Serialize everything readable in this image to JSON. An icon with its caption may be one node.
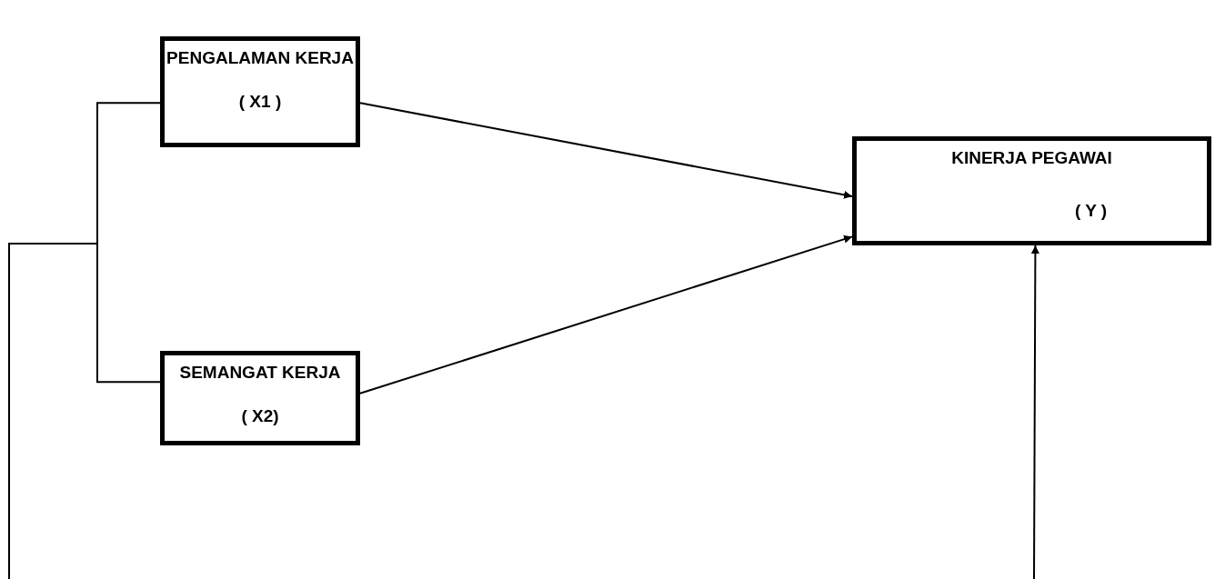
{
  "diagram": {
    "nodes": [
      {
        "text": [
          "PENGALAMAN KERJA",
          "( X1 )"
        ]
      },
      {
        "text": [
          "SEMANGAT KERJA",
          "( X2)"
        ]
      },
      {
        "text": [
          "KINERJA PEGAWAI",
          "( Y )"
        ]
      }
    ],
    "edges": [
      {
        "from": 0,
        "to": 2,
        "arrow": "to"
      },
      {
        "from": 1,
        "to": 2,
        "arrow": "to"
      },
      {
        "from": 0,
        "to": null,
        "arrow": "none"
      },
      {
        "from": 1,
        "to": null,
        "arrow": "none"
      },
      {
        "from": null,
        "to": 2,
        "arrow": "to"
      }
    ]
  }
}
